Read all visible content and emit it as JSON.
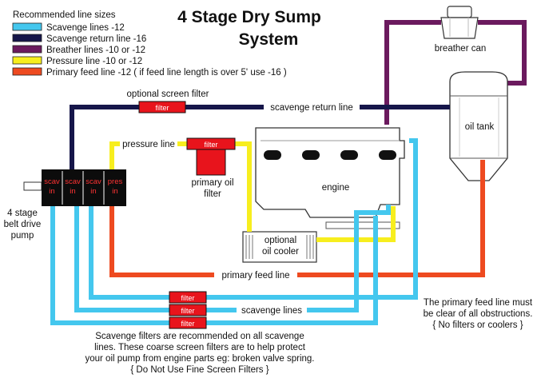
{
  "title": {
    "line1": "4 Stage Dry Sump",
    "line2": "System"
  },
  "legend": {
    "heading": "Recommended line sizes",
    "items": [
      {
        "label": "Scavenge lines -12",
        "color": "#44c7ee"
      },
      {
        "label": "Scavenge return line -16",
        "color": "#16164a"
      },
      {
        "label": "Breather lines -10 or -12",
        "color": "#6b1a5e"
      },
      {
        "label": "Pressure line -10 or -12",
        "color": "#f7ee1e"
      },
      {
        "label": "Primary feed line -12 ( if feed line length is over 5' use -16 )",
        "color": "#ee4a20"
      }
    ]
  },
  "labels": {
    "breather_can": "breather can",
    "oil_tank": "oil tank",
    "optional_screen_filter": "optional screen filter",
    "scavenge_return_line": "scavenge return line",
    "pressure_line": "pressure line",
    "primary_oil_filter_1": "primary oil",
    "primary_oil_filter_2": "filter",
    "engine": "engine",
    "oil_cooler_1": "optional",
    "oil_cooler_2": "oil cooler",
    "pump_1": "4 stage",
    "pump_2": "belt drive",
    "pump_3": "pump",
    "primary_feed_line": "primary feed line",
    "scavenge_lines": "scavenge lines",
    "filter": "filter"
  },
  "pump_ports": [
    {
      "line1": "scav",
      "line2": "in"
    },
    {
      "line1": "scav",
      "line2": "in"
    },
    {
      "line1": "scav",
      "line2": "in"
    },
    {
      "line1": "pres",
      "line2": "in"
    }
  ],
  "notes": {
    "feed_1": "The primary feed line must",
    "feed_2": "be clear of all obstructions.",
    "feed_3": "{ No filters or coolers }",
    "scav_1": "Scavenge filters are recommended on all scavenge",
    "scav_2": "lines. These coarse screen filters are to help protect",
    "scav_3": "your oil pump from engine parts eg: broken valve spring.",
    "scav_4": "{ Do Not Use Fine Screen Filters }"
  },
  "colors": {
    "scavenge": "#44c7ee",
    "return": "#16164a",
    "breather": "#6b1a5e",
    "pressure": "#f7ee1e",
    "feed": "#ee4a20",
    "filter": "#e8141c",
    "pump": "#0c0c0c"
  }
}
